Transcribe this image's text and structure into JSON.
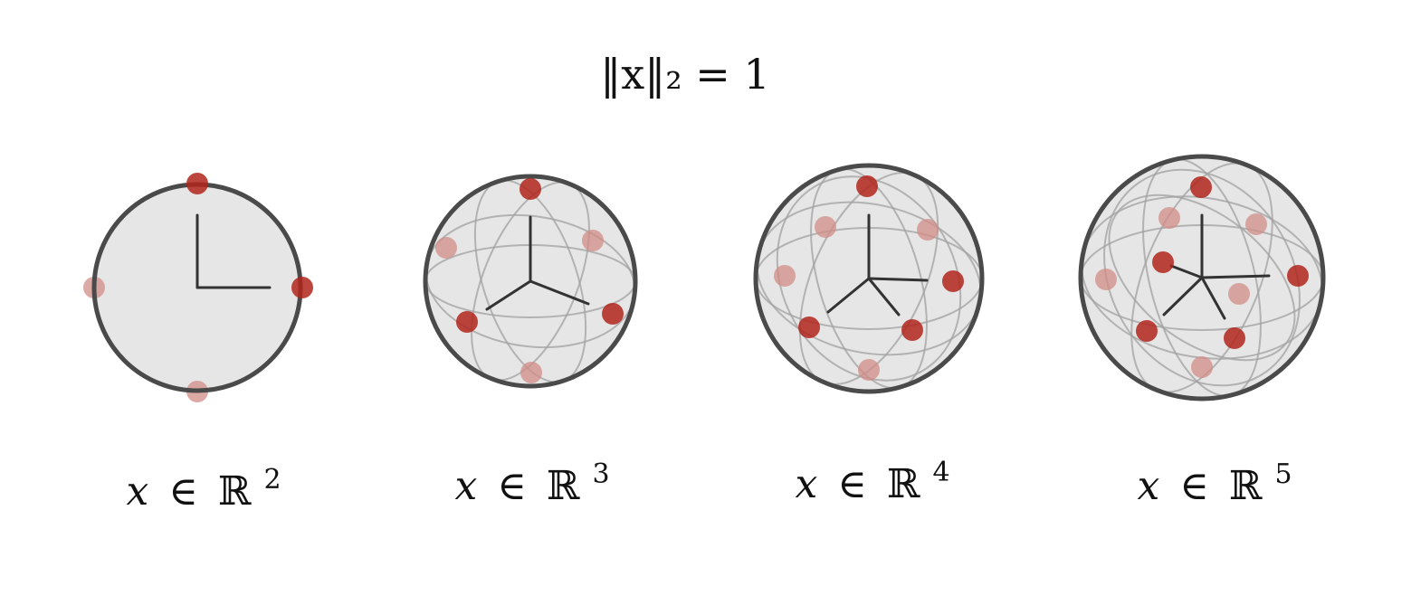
{
  "title": {
    "norm": "‖x‖₂ = 1"
  },
  "colors": {
    "sphere_fill": "#e6e6e6",
    "sphere_outline": "#4a4a4a",
    "axis": "#333333",
    "orbit": "#a0a0a0",
    "point_front": "#b0241c",
    "point_back": "#d08c86"
  },
  "panels": [
    {
      "id": "r2",
      "var": "x",
      "in": "∈",
      "set": "ℝ",
      "dim": "2"
    },
    {
      "id": "r3",
      "var": "x",
      "in": "∈",
      "set": "ℝ",
      "dim": "3"
    },
    {
      "id": "r4",
      "var": "x",
      "in": "∈",
      "set": "ℝ",
      "dim": "4"
    },
    {
      "id": "r5",
      "var": "x",
      "in": "∈",
      "set": "ℝ",
      "dim": "5"
    }
  ]
}
